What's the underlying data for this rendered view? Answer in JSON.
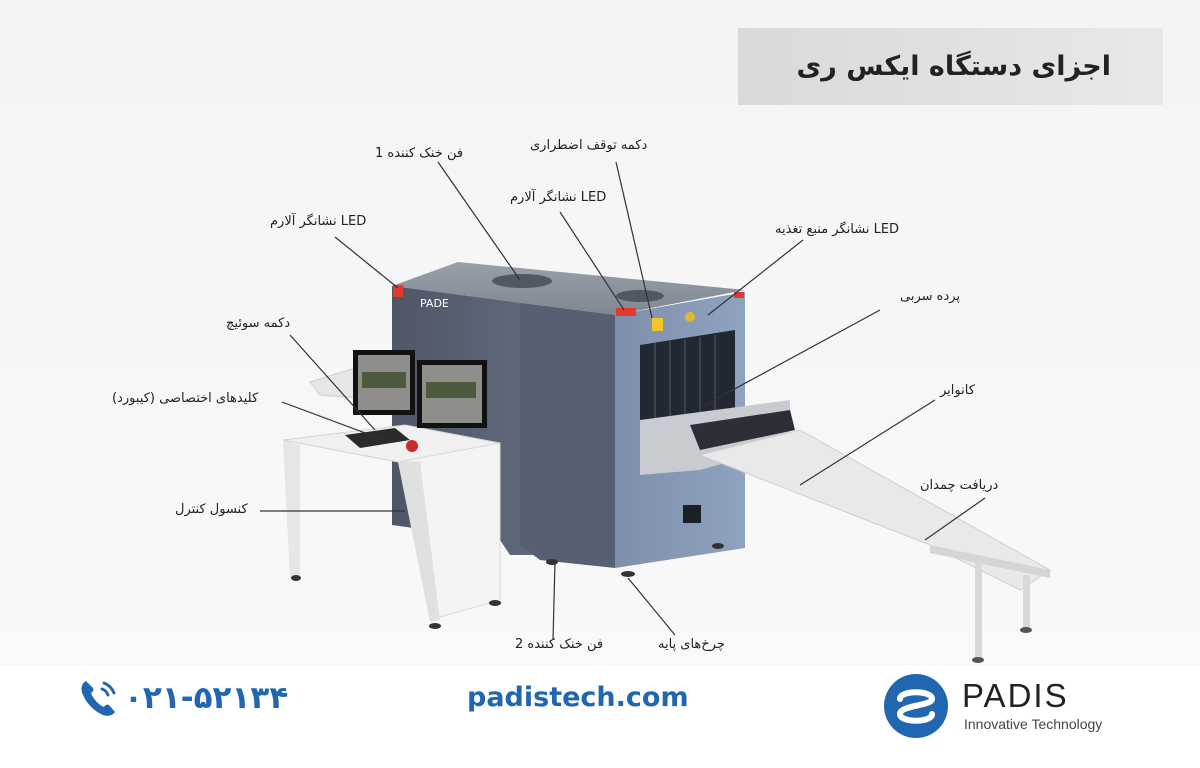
{
  "title": "اجزای دستگاه ایکس ری",
  "machine": {
    "brand_plate": "PADE"
  },
  "labels": {
    "fan1": "فن خنک کننده 1",
    "emergency_stop": "دکمه توقف اضطراری",
    "alarm_led_center": "LED نشانگر آلارم",
    "alarm_led_left": "LED نشانگر آلارم",
    "power_led": "LED نشانگر منبع تغذیه",
    "lead_curtain": "پرده سربی",
    "switch_key": "دکمه سوئیچ",
    "keyboard": "کلیدهای اختصاصی (کیبورد)",
    "conveyor": "کانوایر",
    "baggage_receive": "دریافت چمدان",
    "console": "کنسول کنترل",
    "fan2": "فن خنک کننده 2",
    "wheels": "چرخ‌های پایه"
  },
  "footer": {
    "phone": "۰۲۱-۵۲۱۳۴",
    "website": "padistech.com",
    "logo_name": "PADIS",
    "logo_tagline": "Innovative Technology"
  },
  "colors": {
    "brand_blue": "#2066b1",
    "machine_body": "#8a9bb5",
    "machine_dark": "#5c6677",
    "title_bg": "#dedede"
  }
}
